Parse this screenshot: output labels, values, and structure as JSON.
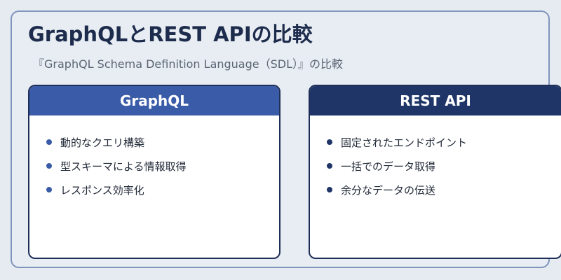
{
  "title": "GraphQLとREST APIの比較",
  "subtitle": "『GraphQL Schema Definition Language（SDL）』の比較",
  "left_card": {
    "header": "GraphQL",
    "items": [
      "動的なクエリ構築",
      "型スキーマによる情報取得",
      "レスポンス効率化"
    ]
  },
  "right_card": {
    "header": "REST API",
    "items": [
      "固定されたエンドポイント",
      "一括でのデータ取得",
      "余分なデータの伝送"
    ]
  }
}
